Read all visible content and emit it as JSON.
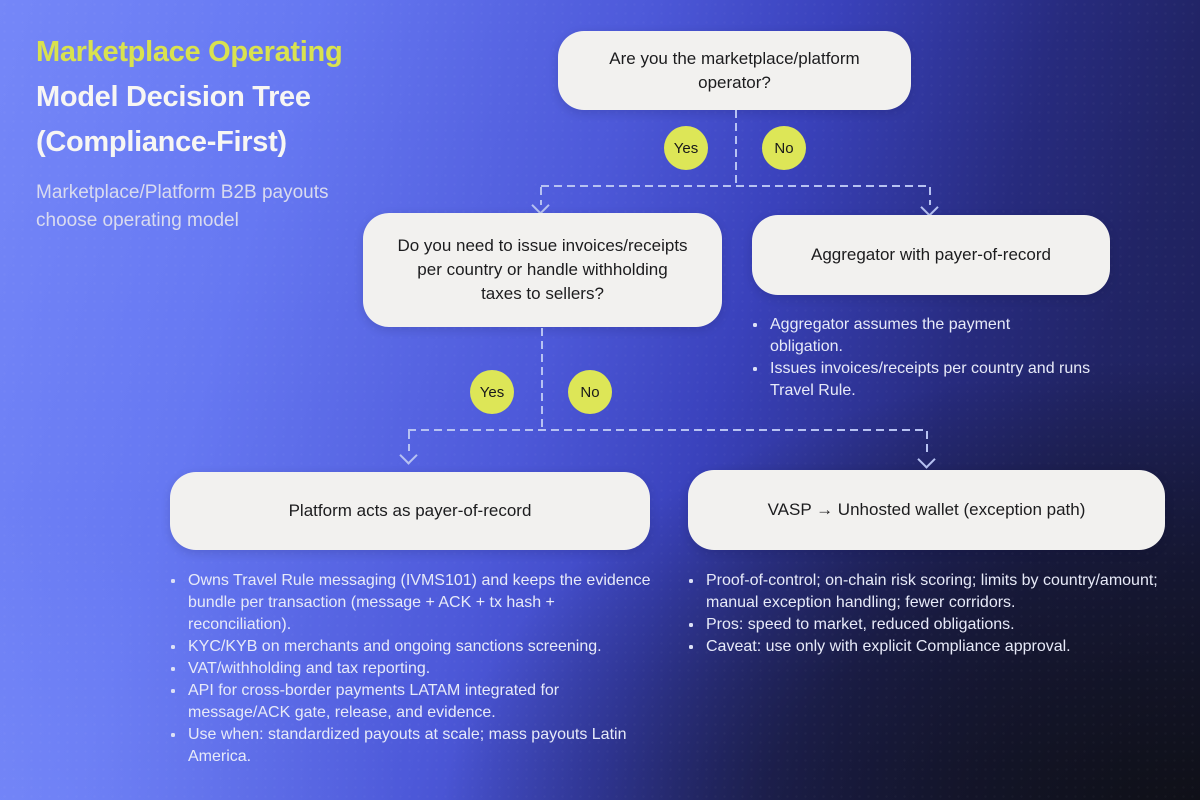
{
  "header": {
    "title_line1": "Marketplace Operating",
    "title_line2": "Model Decision Tree",
    "title_line3": "(Compliance-First)",
    "subtitle_line1": "Marketplace/Platform B2B payouts",
    "subtitle_line2": "choose operating model"
  },
  "colors": {
    "accent_yellow": "#d9e24f",
    "badge_yellow": "#dde657",
    "node_background": "#f2f1ef",
    "node_text": "#1c1c1e",
    "bullet_text": "#e7eaf8",
    "connector": "#b7c2f2",
    "background_left": "#7587f8",
    "background_mid": "#3a42bc",
    "background_top_right": "#212465",
    "background_bottom_right": "#14151b"
  },
  "tree": {
    "root": {
      "question": "Are you the marketplace/platform operator?",
      "yes_label": "Yes",
      "no_label": "No"
    },
    "tax_question": {
      "question": "Do you need to issue invoices/receipts per country or handle withholding taxes to sellers?",
      "yes_label": "Yes",
      "no_label": "No"
    },
    "aggregator": {
      "title": "Aggregator with payer-of-record",
      "bullets": [
        "Aggregator assumes the payment obligation.",
        "Issues invoices/receipts per country and runs Travel Rule."
      ]
    },
    "payer_of_record": {
      "title": "Platform acts as payer-of-record",
      "bullets": [
        "Owns Travel Rule messaging (IVMS101) and keeps the evidence bundle per transaction (message + ACK + tx hash + reconciliation).",
        "KYC/KYB on merchants and ongoing sanctions screening.",
        "VAT/withholding and tax reporting.",
        "API for cross-border payments LATAM integrated for message/ACK gate, release, and evidence.",
        "Use when: standardized payouts at scale; mass payouts Latin America."
      ]
    },
    "vasp": {
      "title": "VASP → Unhosted wallet (exception path)",
      "bullets": [
        "Proof-of-control; on-chain risk scoring; limits by country/amount; manual exception handling; fewer corridors.",
        "Pros: speed to market, reduced obligations.",
        "Caveat: use only with explicit Compliance approval."
      ]
    }
  }
}
